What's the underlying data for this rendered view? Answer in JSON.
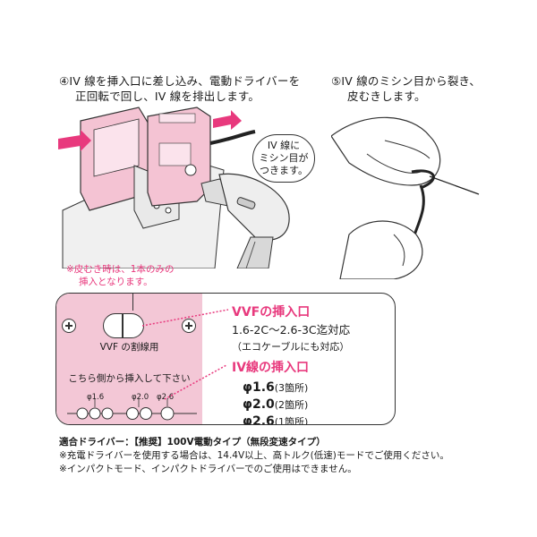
{
  "step4": {
    "line1": "④IV 線を挿入口に差し込み、電動ドライバーを",
    "line2": "正回転で回し、IV 線を排出します。",
    "callout_line1": "IV 線に",
    "callout_line2": "ミシン目が",
    "callout_line3": "つきます。"
  },
  "step5": {
    "line1": "⑤IV 線のミシン目から裂き、",
    "line2": "皮むきします。"
  },
  "note": {
    "line1": "※皮むき時は、1本のみの",
    "line2": "挿入となります。"
  },
  "panel": {
    "vvf_label": "VVF の割線用",
    "insert_instruction": "こちら側から挿入して下さい",
    "size_labels": [
      "φ1.6",
      "φ2.0",
      "φ2.6"
    ]
  },
  "specs": {
    "vvf_heading": "VVFの挿入口",
    "vvf_range": "1.6-2C～2.6-3C迄対応",
    "vvf_note": "（エコケーブルにも対応）",
    "iv_heading": "IV線の挿入口",
    "iv_items": [
      {
        "size": "φ1.6",
        "count": "(3箇所)"
      },
      {
        "size": "φ2.0",
        "count": "(2箇所)"
      },
      {
        "size": "φ2.6",
        "count": "(1箇所)"
      }
    ]
  },
  "footer": {
    "line1": "適合ドライバー：【推奨】100V電動タイプ（無段変速タイプ）",
    "line2": "※充電ドライバーを使用する場合は、14.4V以上、高トルク(低速)モードでご使用ください。",
    "line3": "※インパクトモード、インパクトドライバーでのご使用はできません。"
  },
  "colors": {
    "accent_pink": "#e8397d",
    "panel_pink": "#f3c7d6",
    "device_pink": "#f4c3d3"
  }
}
